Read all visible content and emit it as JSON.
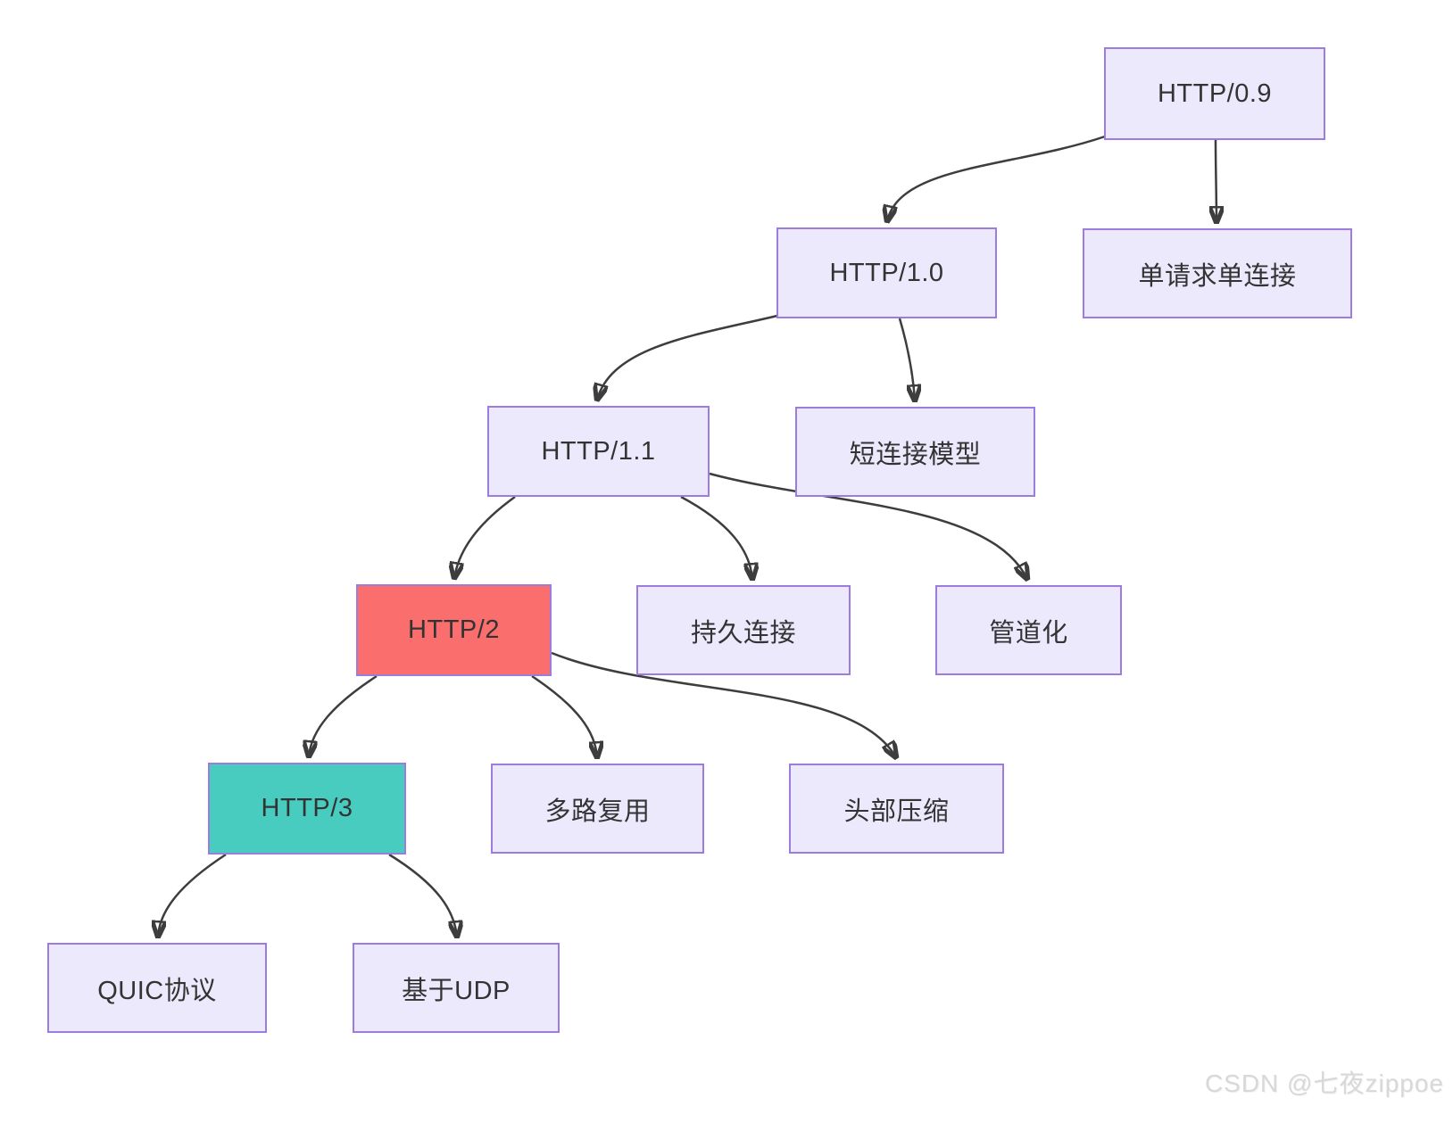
{
  "diagram": {
    "nodes": {
      "http09": {
        "label": "HTTP/0.9"
      },
      "http10": {
        "label": "HTTP/1.0"
      },
      "single_request": {
        "label": "单请求单连接"
      },
      "http11": {
        "label": "HTTP/1.1"
      },
      "short_conn": {
        "label": "短连接模型"
      },
      "http2": {
        "label": "HTTP/2",
        "fill": "#fb6e6e"
      },
      "persistent_conn": {
        "label": "持久连接"
      },
      "pipelining": {
        "label": "管道化"
      },
      "http3": {
        "label": "HTTP/3",
        "fill": "#48ccc0"
      },
      "multiplexing": {
        "label": "多路复用"
      },
      "header_compression": {
        "label": "头部压缩"
      },
      "quic": {
        "label": "QUIC协议"
      },
      "udp": {
        "label": "基于UDP"
      }
    },
    "edges": [
      {
        "from": "HTTP/0.9",
        "to": "HTTP/1.0"
      },
      {
        "from": "HTTP/0.9",
        "to": "单请求单连接"
      },
      {
        "from": "HTTP/1.0",
        "to": "HTTP/1.1"
      },
      {
        "from": "HTTP/1.0",
        "to": "短连接模型"
      },
      {
        "from": "HTTP/1.1",
        "to": "HTTP/2"
      },
      {
        "from": "HTTP/1.1",
        "to": "持久连接"
      },
      {
        "from": "HTTP/1.1",
        "to": "管道化"
      },
      {
        "from": "HTTP/2",
        "to": "HTTP/3"
      },
      {
        "from": "HTTP/2",
        "to": "多路复用"
      },
      {
        "from": "HTTP/2",
        "to": "头部压缩"
      },
      {
        "from": "HTTP/3",
        "to": "QUIC协议"
      },
      {
        "from": "HTTP/3",
        "to": "基于UDP"
      }
    ],
    "colors": {
      "node_fill": "#ebe9fb",
      "node_border": "#9c7cdf",
      "http2_fill": "#fb6e6e",
      "http3_fill": "#48ccc0",
      "edge_stroke": "#3d3d3d",
      "text": "#333333"
    }
  },
  "watermark": {
    "text": "CSDN @七夜zippoe"
  }
}
